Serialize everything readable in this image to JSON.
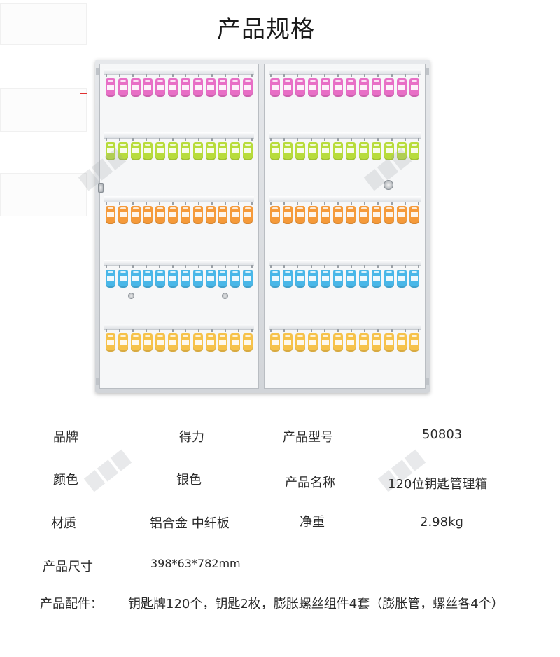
{
  "page": {
    "title": "产品规格"
  },
  "product_image": {
    "tag_colors": [
      "#e86fc6",
      "#b8dc3c",
      "#f59a3a",
      "#49b7e8",
      "#f6c24a"
    ]
  },
  "specs": {
    "brand_label": "品牌",
    "brand_value": "得力",
    "model_label": "产品型号",
    "model_value": "50803",
    "color_label": "颜色",
    "color_value": "银色",
    "name_label": "产品名称",
    "name_value": "120位钥匙管理箱",
    "material_label": "材质",
    "material_value": "铝合金 中纤板",
    "weight_label": "净重",
    "weight_value": "2.98kg",
    "size_label": "产品尺寸",
    "size_value": "398*63*782mm",
    "accessory_label": "产品配件：",
    "accessory_value": "钥匙牌120个，钥匙2枚，膨胀螺丝组件4套（膨胀管，螺丝各4个）"
  }
}
